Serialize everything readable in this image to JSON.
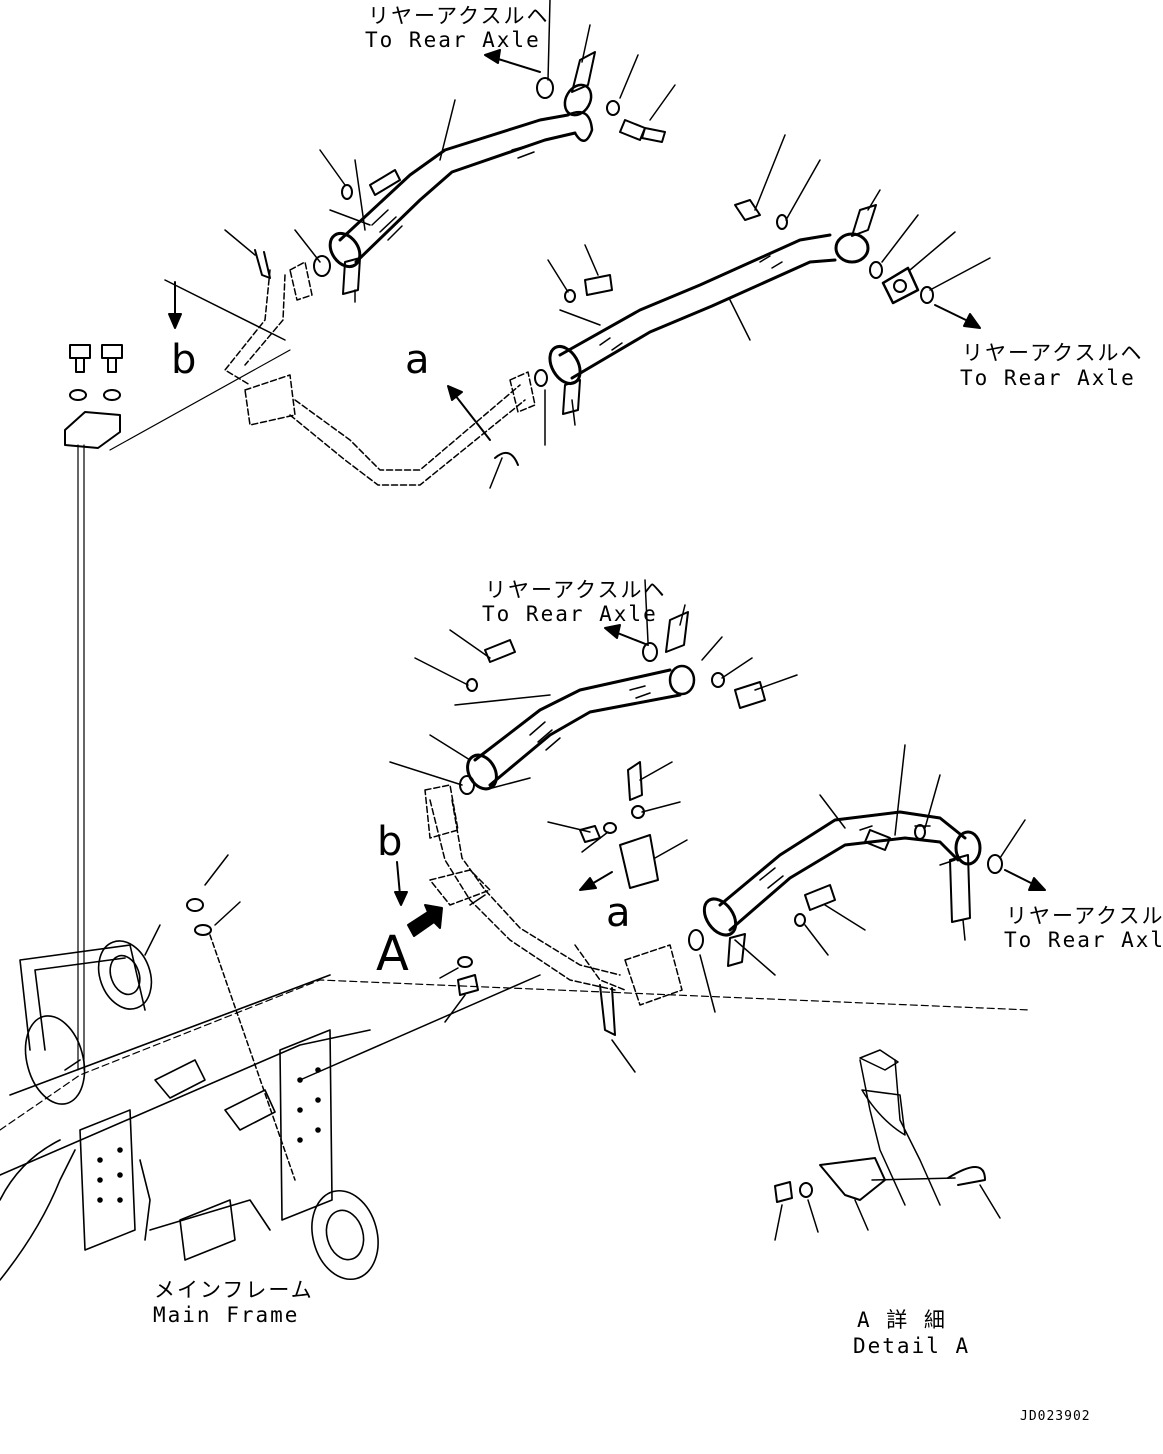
{
  "labels": {
    "rear_axle_jp": "リヤーアクスルヘ",
    "rear_axle_en": "To Rear Axle",
    "main_frame_jp": "メインフレーム",
    "main_frame_en": "Main Frame",
    "detail_jp": "A 詳 細",
    "detail_en": "Detail A",
    "view_a": "a",
    "view_b": "b",
    "view_A": "A",
    "drawing_code": "JD023902"
  },
  "colors": {
    "line": "#000000",
    "background": "#ffffff"
  }
}
